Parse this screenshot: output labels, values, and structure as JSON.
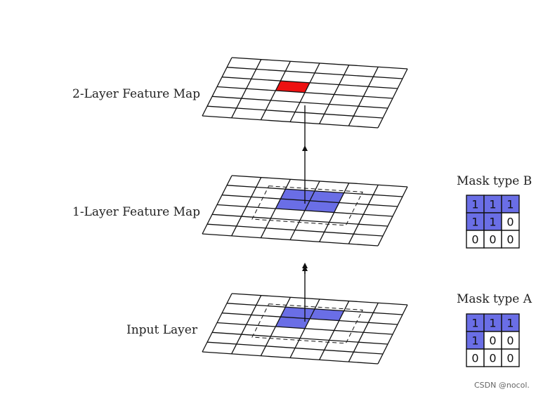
{
  "layers": [
    {
      "label": "2-Layer Feature Map"
    },
    {
      "label": "1-Layer Feature Map"
    },
    {
      "label": "Input Layer"
    }
  ],
  "masks": [
    {
      "title": "Mask type B",
      "values": [
        [
          "1",
          "1",
          "1"
        ],
        [
          "1",
          "1",
          "0"
        ],
        [
          "0",
          "0",
          "0"
        ]
      ]
    },
    {
      "title": "Mask type A",
      "values": [
        [
          "1",
          "1",
          "1"
        ],
        [
          "1",
          "0",
          "0"
        ],
        [
          "0",
          "0",
          "0"
        ]
      ]
    }
  ],
  "watermark": "CSDN @nocol.",
  "colors": {
    "active": "#6a6ee6",
    "output": "#ee1111",
    "line": "#111111"
  }
}
